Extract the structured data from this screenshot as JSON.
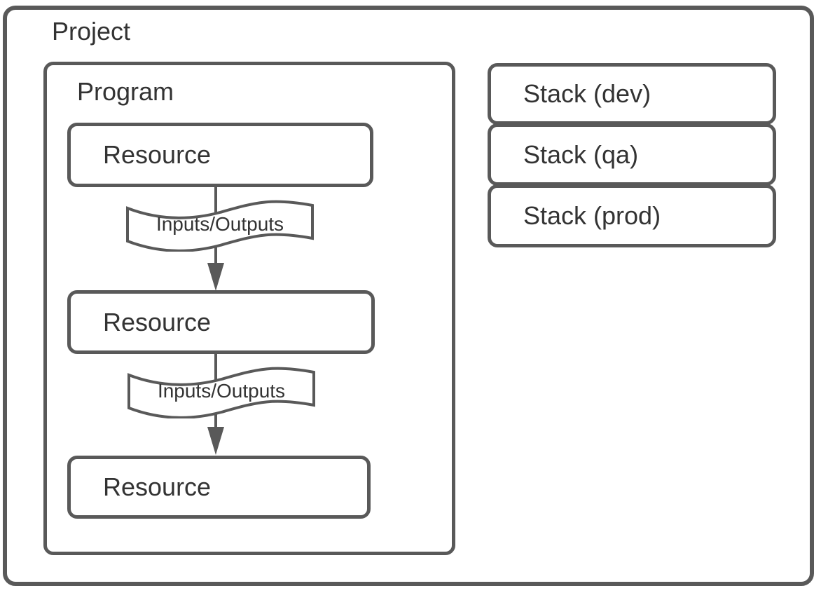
{
  "diagram": {
    "project": {
      "label": "Project"
    },
    "program": {
      "label": "Program",
      "resources": [
        {
          "label": "Resource"
        },
        {
          "label": "Resource"
        },
        {
          "label": "Resource"
        }
      ],
      "flows": [
        {
          "label": "Inputs/Outputs"
        },
        {
          "label": "Inputs/Outputs"
        }
      ]
    },
    "stacks": [
      {
        "label": "Stack (dev)"
      },
      {
        "label": "Stack (qa)"
      },
      {
        "label": "Stack (prod)"
      }
    ],
    "colors": {
      "stroke": "#595959",
      "text": "#333333",
      "background": "#ffffff"
    }
  }
}
